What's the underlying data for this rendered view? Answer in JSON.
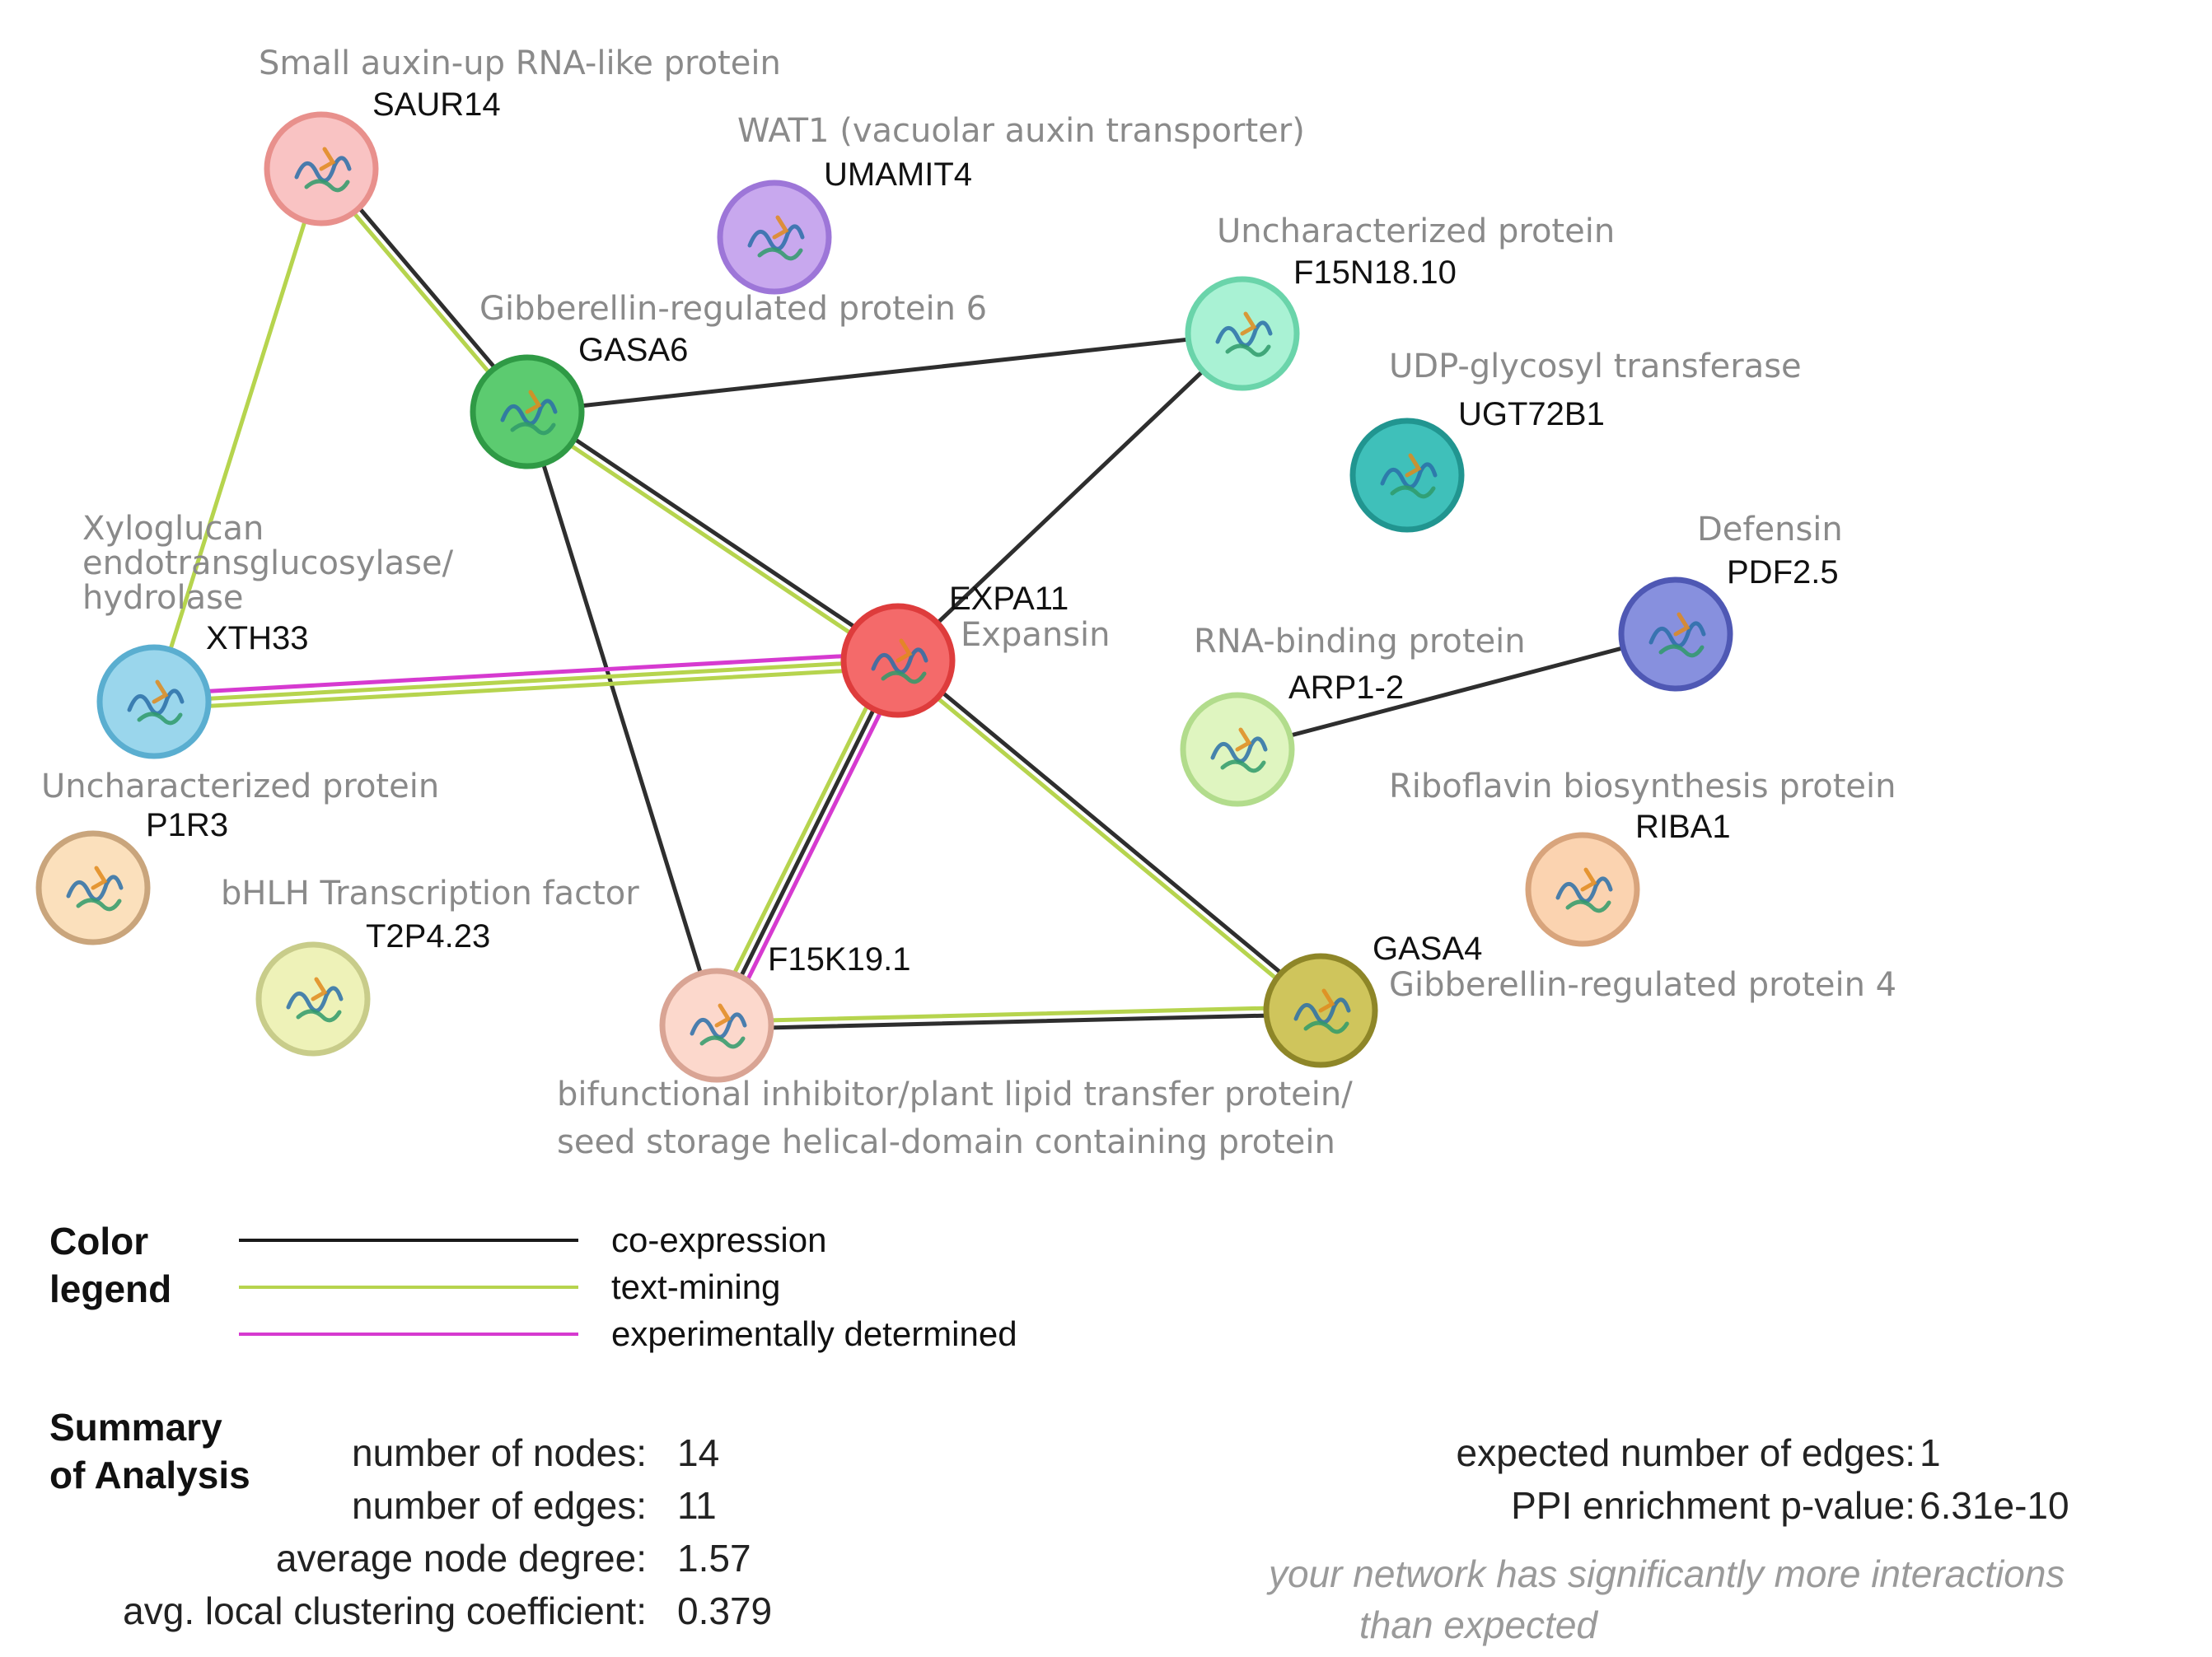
{
  "nodes": [
    {
      "id": "SAUR14",
      "label": "SAUR14",
      "description": [
        "Small auxin-up RNA-like protein"
      ],
      "fill": "#f9c3c3",
      "ring": "#e8908c",
      "icon": "protein-structure-icon"
    },
    {
      "id": "UMAMIT4",
      "label": "UMAMIT4",
      "description": [
        "WAT1 (vacuolar auxin transporter)"
      ],
      "fill": "#c8a8ee",
      "ring": "#9d76d8",
      "icon": "protein-structure-icon"
    },
    {
      "id": "F15N18.10",
      "label": "F15N18.10",
      "description": [
        "Uncharacterized protein"
      ],
      "fill": "#a9f2d4",
      "ring": "#6ad4aa",
      "icon": "protein-structure-icon"
    },
    {
      "id": "GASA6",
      "label": "GASA6",
      "description": [
        "Gibberellin-regulated protein 6"
      ],
      "fill": "#5ccb70",
      "ring": "#2f9a45",
      "icon": "protein-structure-icon"
    },
    {
      "id": "UGT72B1",
      "label": "UGT72B1",
      "description": [
        "UDP-glycosyl transferase"
      ],
      "fill": "#3fc0ba",
      "ring": "#219590",
      "icon": "protein-structure-icon"
    },
    {
      "id": "XTH33",
      "label": "XTH33",
      "description": [
        "Xyloglucan",
        "endotransglucosylase/",
        "hydrolase"
      ],
      "fill": "#9ad6ec",
      "ring": "#5aaed0",
      "icon": "protein-structure-icon"
    },
    {
      "id": "EXPA11",
      "label": "EXPA11",
      "description": [
        "Expansin"
      ],
      "fill": "#f46a6a",
      "ring": "#de3c3c",
      "icon": "protein-structure-icon"
    },
    {
      "id": "PDF2.5",
      "label": "PDF2.5",
      "description": [
        "Defensin"
      ],
      "fill": "#8790de",
      "ring": "#4f58b4",
      "icon": "protein-structure-icon"
    },
    {
      "id": "ARP1-2",
      "label": "ARP1-2",
      "description": [
        "RNA-binding protein"
      ],
      "fill": "#dff5c0",
      "ring": "#b2dc8c",
      "icon": "protein-structure-icon"
    },
    {
      "id": "P1R3",
      "label": "P1R3",
      "description": [
        "Uncharacterized protein"
      ],
      "fill": "#fbe0bc",
      "ring": "#c9a57c",
      "icon": "protein-structure-icon"
    },
    {
      "id": "RIBA1",
      "label": "RIBA1",
      "description": [
        "Riboflavin biosynthesis protein"
      ],
      "fill": "#fbd3b0",
      "ring": "#d8a47c",
      "icon": "protein-structure-icon"
    },
    {
      "id": "T2P4.23",
      "label": "T2P4.23",
      "description": [
        "bHLH Transcription factor"
      ],
      "fill": "#eef2b8",
      "ring": "#c8cc8a",
      "icon": "protein-structure-icon"
    },
    {
      "id": "F15K19.1",
      "label": "F15K19.1",
      "description": [
        "bifunctional inhibitor/plant lipid transfer protein/",
        "seed storage helical-domain containing protein"
      ],
      "fill": "#fcd8cc",
      "ring": "#d9a494",
      "icon": "protein-structure-icon"
    },
    {
      "id": "GASA4",
      "label": "GASA4",
      "description": [
        "Gibberellin-regulated protein 4"
      ],
      "fill": "#cfc55c",
      "ring": "#8e8628",
      "icon": "protein-structure-icon"
    }
  ],
  "edges": [
    {
      "source": "SAUR14",
      "target": "GASA6",
      "types": [
        "co-expression",
        "text-mining"
      ]
    },
    {
      "source": "SAUR14",
      "target": "XTH33",
      "types": [
        "text-mining"
      ]
    },
    {
      "source": "GASA6",
      "target": "F15N18.10",
      "types": [
        "co-expression"
      ]
    },
    {
      "source": "GASA6",
      "target": "EXPA11",
      "types": [
        "co-expression",
        "text-mining"
      ]
    },
    {
      "source": "GASA6",
      "target": "F15K19.1",
      "types": [
        "co-expression"
      ]
    },
    {
      "source": "F15N18.10",
      "target": "EXPA11",
      "types": [
        "co-expression"
      ]
    },
    {
      "source": "XTH33",
      "target": "EXPA11",
      "types": [
        "experimentally determined",
        "text-mining",
        "text-mining"
      ]
    },
    {
      "source": "EXPA11",
      "target": "F15K19.1",
      "types": [
        "experimentally determined",
        "co-expression",
        "text-mining"
      ]
    },
    {
      "source": "EXPA11",
      "target": "GASA4",
      "types": [
        "co-expression",
        "text-mining"
      ]
    },
    {
      "source": "F15K19.1",
      "target": "GASA4",
      "types": [
        "text-mining",
        "co-expression"
      ]
    },
    {
      "source": "ARP1-2",
      "target": "PDF2.5",
      "types": [
        "co-expression"
      ]
    }
  ],
  "edge_colors": {
    "co-expression": "#2e2e2e",
    "text-mining": "#b6d44e",
    "experimentally determined": "#d63ad0",
    "database": "#3aa7d8"
  },
  "legend": {
    "title_line1": "Color",
    "title_line2": "legend",
    "items": [
      {
        "label": "co-expression",
        "color": "#1a1a1a"
      },
      {
        "label": "text-mining",
        "color": "#b6d44e"
      },
      {
        "label": "experimentally determined",
        "color": "#d63ad0"
      }
    ]
  },
  "summary": {
    "title_line1": "Summary",
    "title_line2": "of Analysis",
    "left": [
      {
        "label": "number of nodes:",
        "value": "14"
      },
      {
        "label": "number of edges:",
        "value": "11"
      },
      {
        "label": "average node degree:",
        "value": "1.57"
      },
      {
        "label": "avg. local clustering coefficient:",
        "value": "0.379"
      }
    ],
    "right": [
      {
        "label": "expected number of edges:",
        "value": "1"
      },
      {
        "label": "PPI enrichment p-value:",
        "value": "6.31e-10"
      }
    ],
    "note_line1": "your network has significantly more interactions",
    "note_line2": "than expected"
  }
}
